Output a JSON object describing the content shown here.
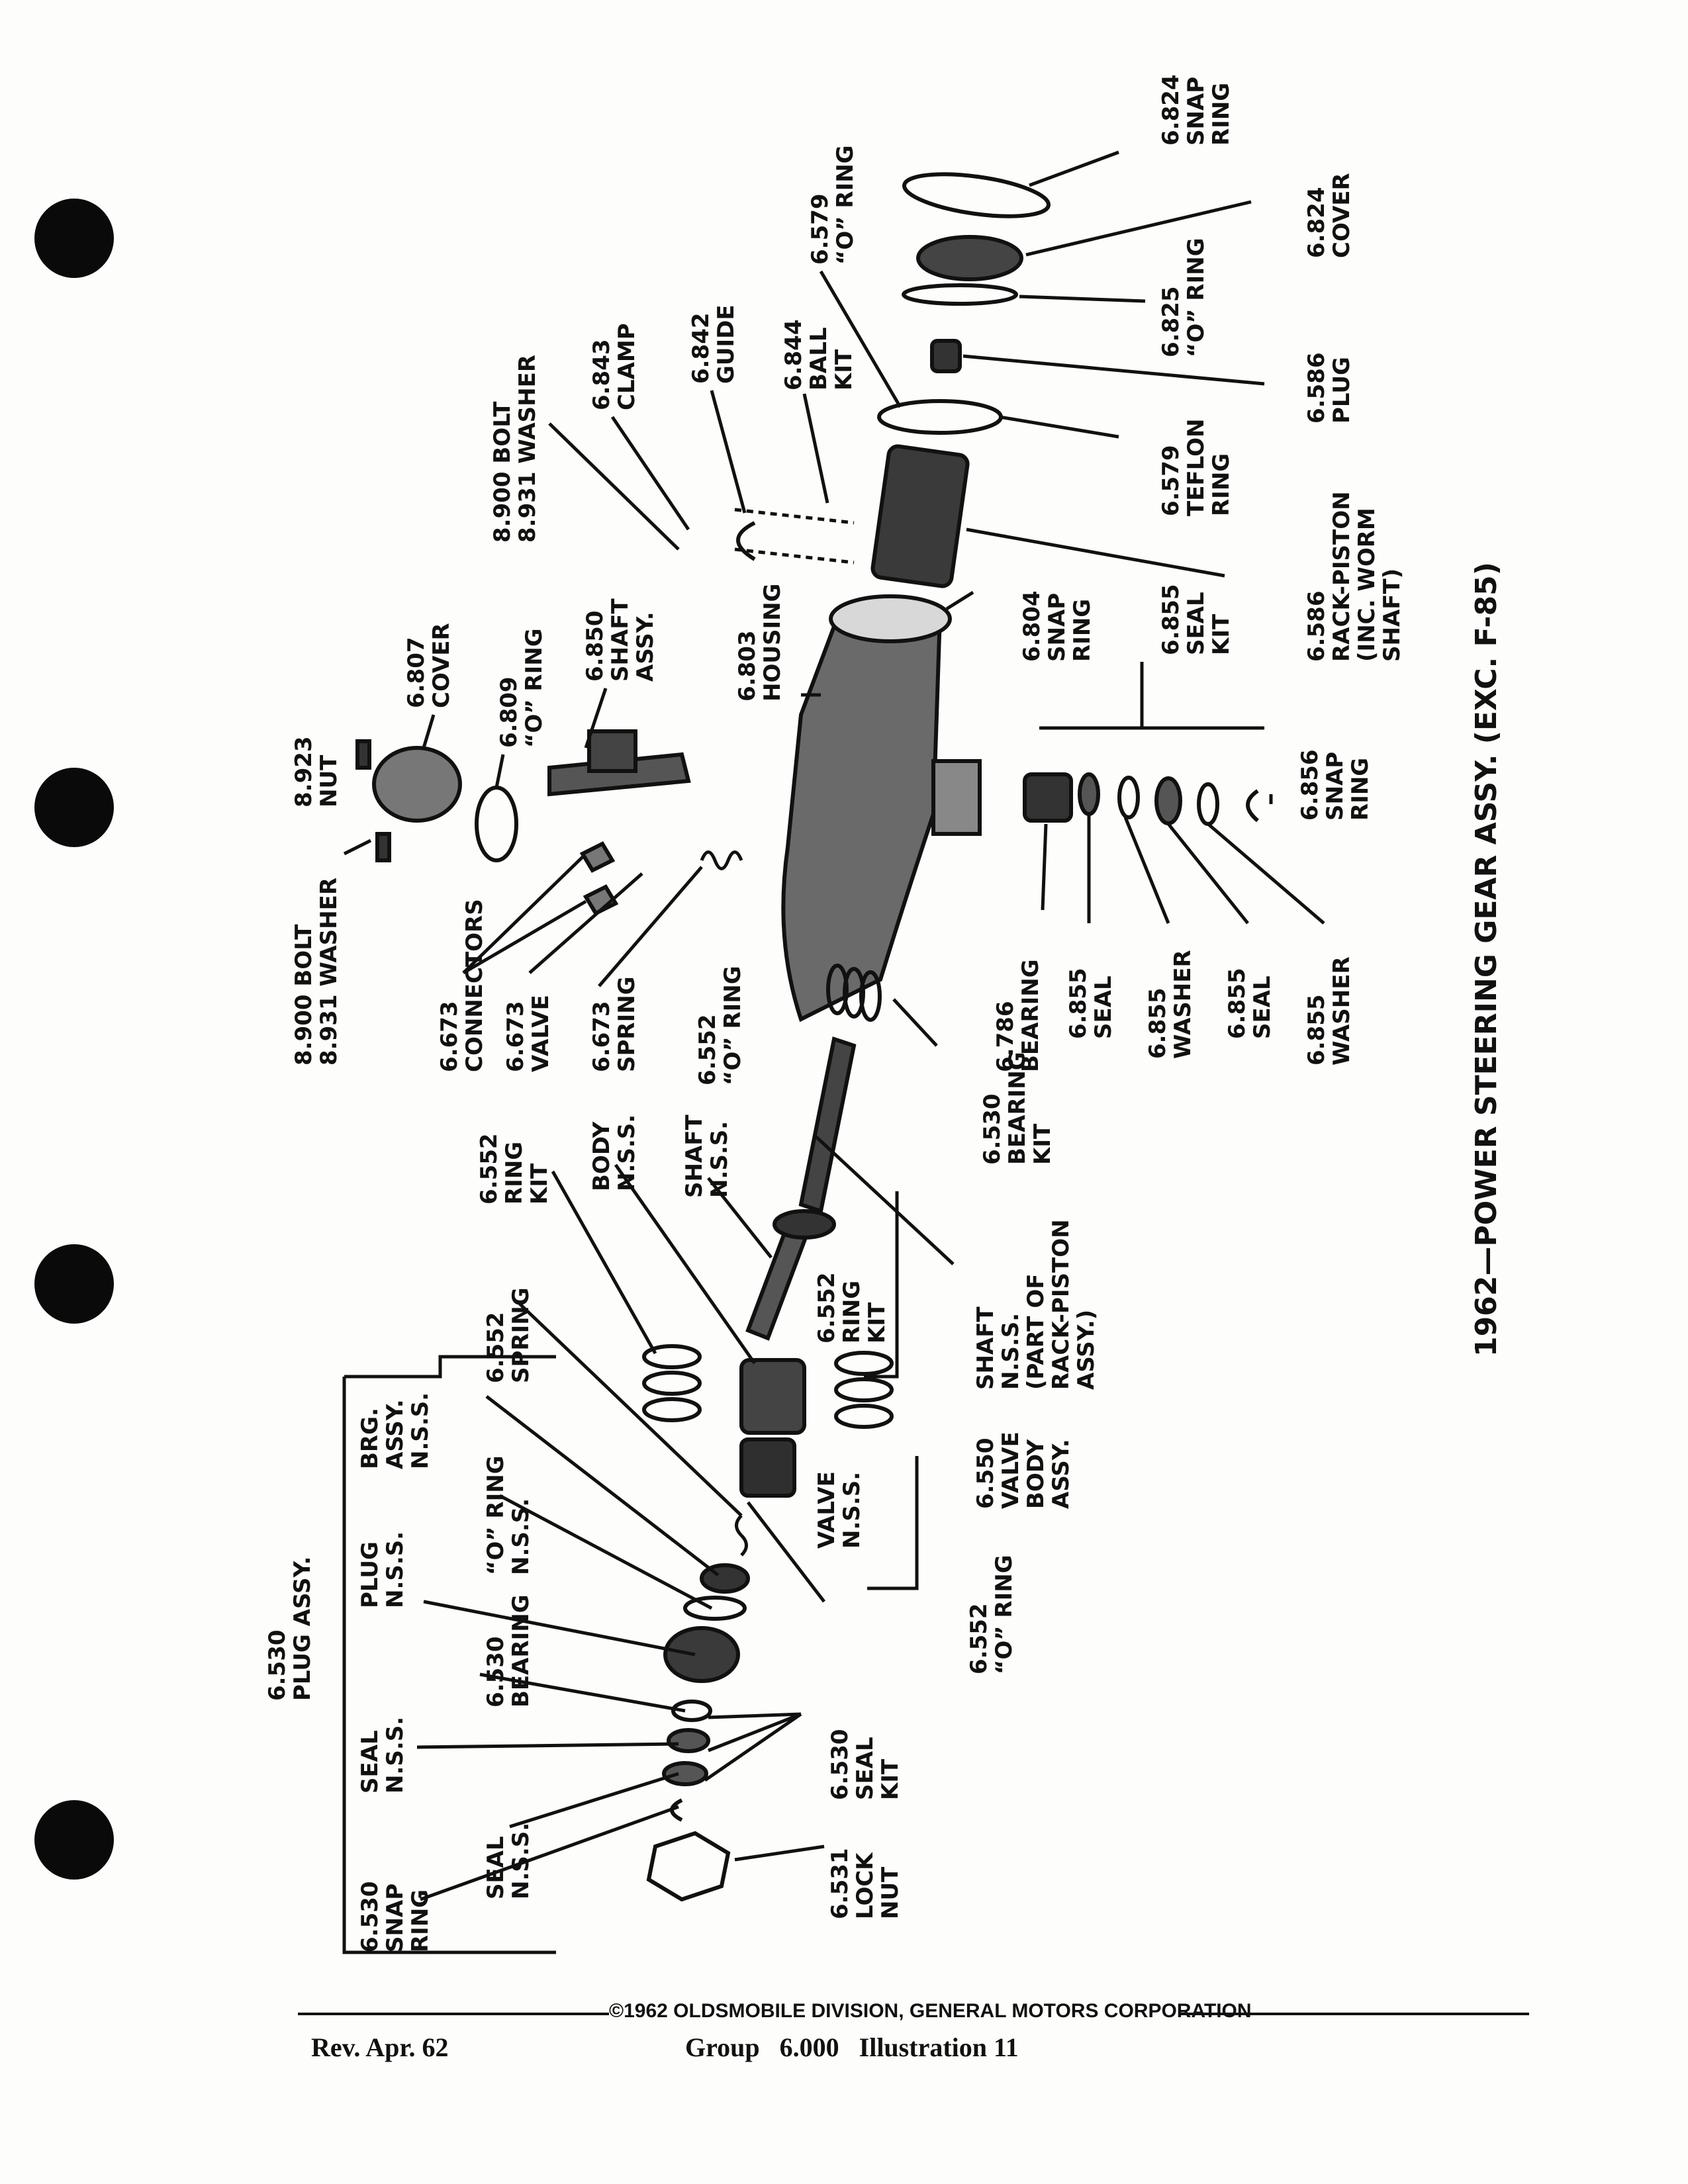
{
  "title": "1962—POWER STEERING GEAR ASSY. (EXC. F-85)",
  "footer": {
    "copyright": "©1962 OLDSMOBILE DIVISION, GENERAL MOTORS CORPORATION",
    "revision": "Rev. Apr. 62",
    "group": "Group   6.000   Illustration 11"
  },
  "callouts": {
    "c6824snap": [
      "6.824",
      "SNAP",
      "RING"
    ],
    "c6824cover": [
      "6.824",
      "COVER"
    ],
    "c6825": [
      "6.825",
      "“O” RING"
    ],
    "c6586plug": [
      "6.586",
      "PLUG"
    ],
    "c6579o": [
      "6.579",
      "“O” RING"
    ],
    "c6579t": [
      "6.579",
      "TEFLON",
      "RING"
    ],
    "c6844": [
      "6.844",
      "BALL",
      "KIT"
    ],
    "c6842": [
      "6.842",
      "GUIDE"
    ],
    "c6843": [
      "6.843",
      "CLAMP"
    ],
    "c8900bolt_top": [
      "8.900 BOLT",
      "8.931 WASHER"
    ],
    "c6586rack": [
      "6.586",
      "RACK-PISTON",
      "(INC. WORM",
      "SHAFT)"
    ],
    "c6804": [
      "6.804",
      "SNAP",
      "RING"
    ],
    "c6855kit": [
      "6.855",
      "SEAL",
      "KIT"
    ],
    "c6850": [
      "6.850",
      "SHAFT",
      "ASSY."
    ],
    "c6803": [
      "6.803",
      "HOUSING"
    ],
    "c6807": [
      "6.807",
      "COVER"
    ],
    "c6809": [
      "6.809",
      "“O” RING"
    ],
    "c8923": [
      "8.923",
      "NUT"
    ],
    "c8900bolt_left": [
      "8.900 BOLT",
      "8.931 WASHER"
    ],
    "c6673conn": [
      "6.673",
      "CONNECTORS"
    ],
    "c6673valve": [
      "6.673",
      "VALVE"
    ],
    "c6673spring": [
      "6.673",
      "SPRING"
    ],
    "c6552o_top": [
      "6.552",
      "“O” RING"
    ],
    "c6530bkit": [
      "6.530",
      "BEARING",
      "KIT"
    ],
    "c6786": [
      "6.786",
      "BEARING"
    ],
    "c6855seal1": [
      "6.855",
      "SEAL"
    ],
    "c6855wash1": [
      "6.855",
      "WASHER"
    ],
    "c6855seal2": [
      "6.855",
      "SEAL"
    ],
    "c6855wash2": [
      "6.855",
      "WASHER"
    ],
    "c6856": [
      "6.856",
      "SNAP",
      "RING"
    ],
    "c6552ringkit1": [
      "6.552",
      "RING",
      "KIT"
    ],
    "cbody": [
      "BODY",
      "N.S.S."
    ],
    "cshaft1": [
      "SHAFT",
      "N.S.S."
    ],
    "c6552ringkit2": [
      "6.552",
      "RING",
      "KIT"
    ],
    "cshaft_part": [
      "SHAFT",
      "N.S.S.",
      "(PART OF",
      "RACK-PISTON",
      "ASSY.)"
    ],
    "c6550": [
      "6.550",
      "VALVE",
      "BODY",
      "ASSY."
    ],
    "cvalve": [
      "VALVE",
      "N.S.S."
    ],
    "c6552o_bot": [
      "6.552",
      "“O” RING"
    ],
    "c6552spring": [
      "6.552",
      "SPRING"
    ],
    "cbrg": [
      "BRG.",
      "ASSY.",
      "N.S.S."
    ],
    "coring": [
      "“O” RING",
      "N.S.S."
    ],
    "cplug": [
      "PLUG",
      "N.S.S."
    ],
    "c6530plug": [
      "6.530",
      "PLUG ASSY."
    ],
    "c6530bearing": [
      "6.530",
      "BEARING"
    ],
    "cseal1": [
      "SEAL",
      "N.S.S."
    ],
    "cseal2": [
      "SEAL",
      "N.S.S."
    ],
    "c6530snap": [
      "6.530",
      "SNAP",
      "RING"
    ],
    "c6530sealkit": [
      "6.530",
      "SEAL",
      "KIT"
    ],
    "c6531": [
      "6.531",
      "LOCK",
      "NUT"
    ]
  }
}
